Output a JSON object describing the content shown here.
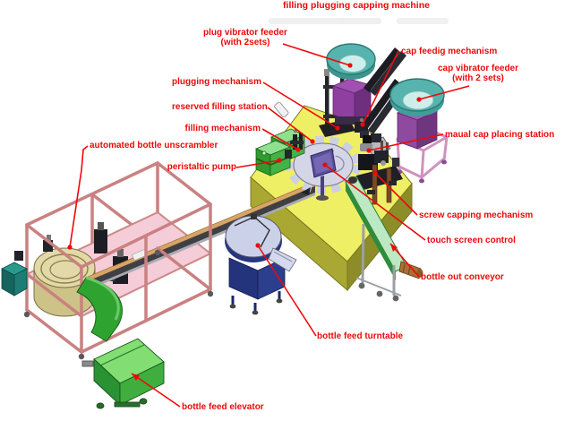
{
  "diagram": {
    "title": "filling plugging capping machine",
    "labels": {
      "plug_feeder_1": "plug vibrator feeder",
      "plug_feeder_2": "(with 2sets)",
      "cap_feeding": "cap feedig mechanism",
      "cap_feeder_1": "cap vibrator feeder",
      "cap_feeder_2": "(with 2 sets)",
      "plugging": "plugging mechanism",
      "reserved_filling": "reserved filling station",
      "filling": "filling mechanism",
      "manual_cap": "maual cap placing station",
      "unscrambler": "automated bottle unscrambler",
      "peristaltic": "peristaltic pump",
      "screw_capping": "screw capping mechanism",
      "touch_screen": "touch screen control",
      "out_conveyor": "bottle out conveyor",
      "feed_turntable": "bottle feed turntable",
      "feed_elevator": "bottle feed elevator"
    },
    "colors": {
      "annotation_red": "#ee0909",
      "base_yellow": "#efef65",
      "bowl_teal": "#57b3ad",
      "feeder_purple": "#8f4a9f",
      "frame_salmon": "#ca8181",
      "pump_green": "#2f9b2f",
      "turntable_navy": "#2c3f8f",
      "starwheel_lavender": "#d4d6e8"
    }
  }
}
